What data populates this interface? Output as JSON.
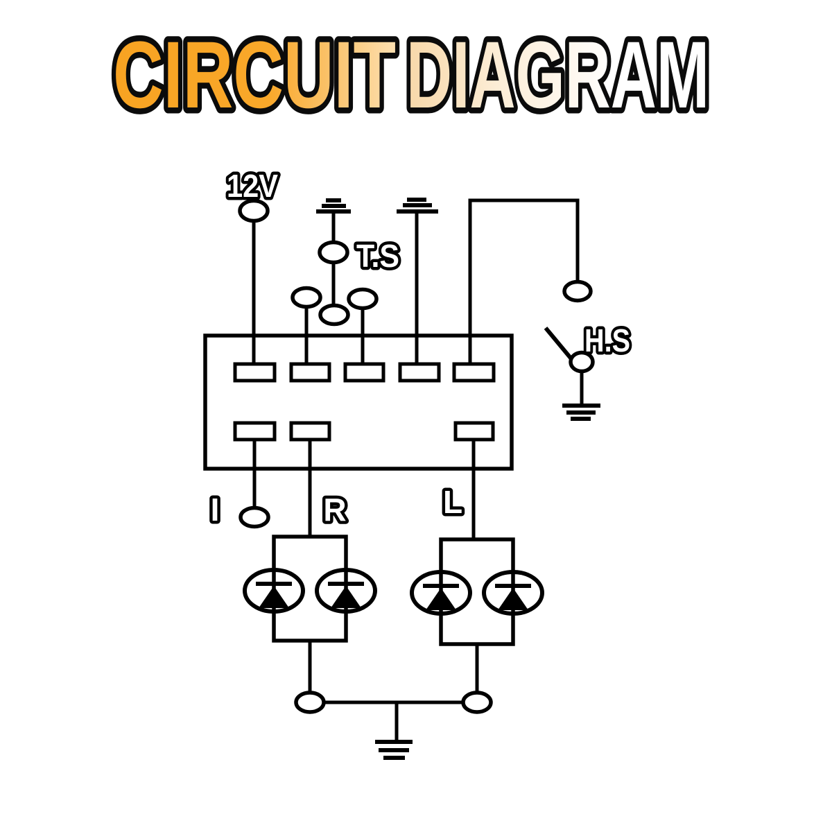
{
  "title": {
    "word1": "CIRCUIT",
    "word2": "DIAGRAM",
    "word1_gradient": {
      "start": "#F8A322",
      "mid": "#F9A82A",
      "end": "#FCDFB0"
    },
    "word2_gradient": {
      "start": "#F8D8A9",
      "mid": "#FCEDD6",
      "end": "#FFFFFF"
    },
    "outline": "#0B0B0B"
  },
  "schematic": {
    "line_color": "#000000",
    "label_fill": "#FFFFFF",
    "label_outline": "#000000",
    "labels": {
      "power": "12V",
      "turn_signal_switch": "T.S",
      "hazard_switch": "H.S",
      "indicator_terminal": "I",
      "right_output": "R",
      "left_output": "L"
    }
  }
}
